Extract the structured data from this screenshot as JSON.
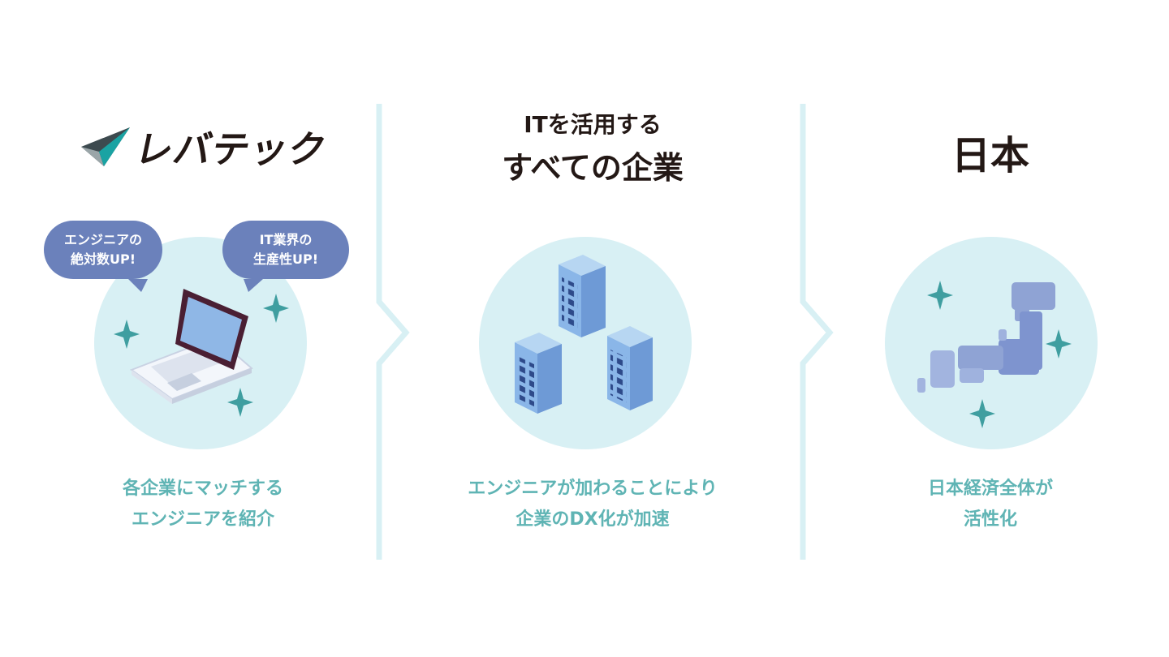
{
  "colors": {
    "divider": "#d8f0f4",
    "circle": "#d8f0f4",
    "caption": "#5fb4b4",
    "bubble": "#6b81bb",
    "sparkle": "#3f9ea0",
    "heading": "#231815"
  },
  "columns": [
    {
      "logo_text": "レバテック",
      "logo_icon": "levtech-logo-icon",
      "bubbles": [
        {
          "line1": "エンジニアの",
          "line2": "絶対数UP!"
        },
        {
          "line1": "IT業界の",
          "line2": "生産性UP!"
        }
      ],
      "illustration": "laptop-icon",
      "caption_line1": "各企業にマッチする",
      "caption_line2": "エンジニアを紹介"
    },
    {
      "heading_line1": "ITを活用する",
      "heading_line2": "すべての企業",
      "illustration": "buildings-icon",
      "caption_line1": "エンジニアが加わることにより",
      "caption_line2": "企業のDX化が加速"
    },
    {
      "heading": "日本",
      "illustration": "japan-map-icon",
      "caption_line1": "日本経済全体が",
      "caption_line2": "活性化"
    }
  ],
  "separators": [
    "chevron-right-icon",
    "chevron-right-icon"
  ]
}
